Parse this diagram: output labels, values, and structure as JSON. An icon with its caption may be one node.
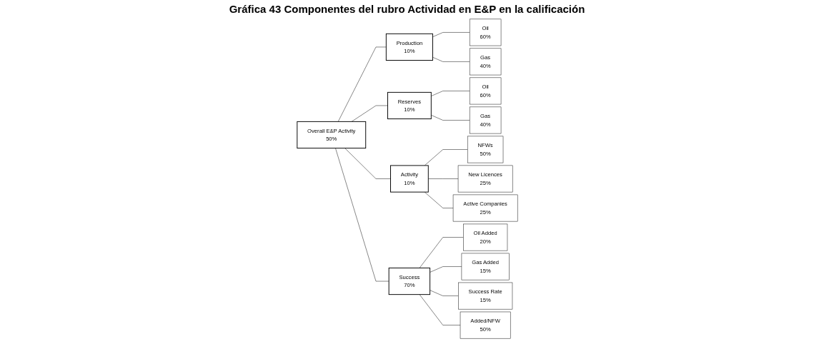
{
  "diagram": {
    "title": "Gráfica 43 Componentes del rubro Actividad en E&P en la calificación",
    "nodes": [
      {
        "text": [
          "Overall E&P Activity",
          "50%"
        ]
      },
      {
        "text": [
          "Production",
          "10%"
        ]
      },
      {
        "text": [
          "Oil",
          "60%"
        ]
      },
      {
        "text": [
          "Gas",
          "40%"
        ]
      },
      {
        "text": [
          "Reserves",
          "10%"
        ]
      },
      {
        "text": [
          "Oil",
          "60%"
        ]
      },
      {
        "text": [
          "Gas",
          "40%"
        ]
      },
      {
        "text": [
          "Activity",
          "10%"
        ]
      },
      {
        "text": [
          "NFWs",
          "50%"
        ]
      },
      {
        "text": [
          "New Licences",
          "25%"
        ]
      },
      {
        "text": [
          "Active Companies",
          "25%"
        ]
      },
      {
        "text": [
          "Success",
          "70%"
        ]
      },
      {
        "text": [
          "Oil Added",
          "20%"
        ]
      },
      {
        "text": [
          "Gas Added",
          "15%"
        ]
      },
      {
        "text": [
          "Success Rate",
          "15%"
        ]
      },
      {
        "text": [
          "Added/NFW",
          "50%"
        ]
      }
    ],
    "edges": [
      {
        "from": 0,
        "to": 1,
        "arrow": "none"
      },
      {
        "from": 0,
        "to": 4,
        "arrow": "none"
      },
      {
        "from": 0,
        "to": 7,
        "arrow": "none"
      },
      {
        "from": 0,
        "to": 11,
        "arrow": "none"
      },
      {
        "from": 1,
        "to": 2,
        "arrow": "none"
      },
      {
        "from": 1,
        "to": 3,
        "arrow": "none"
      },
      {
        "from": 4,
        "to": 5,
        "arrow": "none"
      },
      {
        "from": 4,
        "to": 6,
        "arrow": "none"
      },
      {
        "from": 7,
        "to": 8,
        "arrow": "none"
      },
      {
        "from": 7,
        "to": 9,
        "arrow": "none"
      },
      {
        "from": 7,
        "to": 10,
        "arrow": "none"
      },
      {
        "from": 11,
        "to": 12,
        "arrow": "none"
      },
      {
        "from": 11,
        "to": 13,
        "arrow": "none"
      },
      {
        "from": 11,
        "to": 14,
        "arrow": "none"
      },
      {
        "from": 11,
        "to": 15,
        "arrow": "none"
      }
    ]
  }
}
